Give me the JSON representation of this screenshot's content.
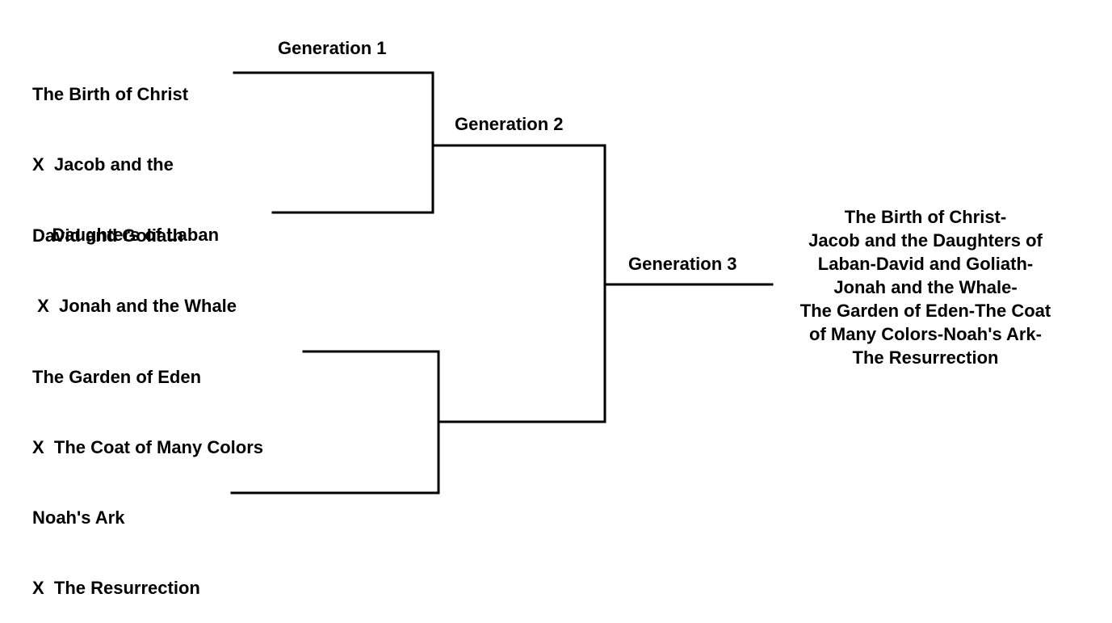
{
  "entries": [
    {
      "id": "birth-christ-vs-jacob",
      "lines": [
        "The Birth of Christ",
        "X  Jacob and the",
        "    Daughters of Laban"
      ]
    },
    {
      "id": "david-vs-jonah",
      "lines": [
        "David and Goliath",
        " X  Jonah and the Whale"
      ]
    },
    {
      "id": "eden-vs-coat",
      "lines": [
        "The Garden of Eden",
        "X  The Coat of Many Colors"
      ]
    },
    {
      "id": "noah-vs-resurrection",
      "lines": [
        "Noah's Ark",
        "X  The Resurrection"
      ]
    }
  ],
  "generations": {
    "gen1": "Generation 1",
    "gen2": "Generation 2",
    "gen3": "Generation 3"
  },
  "result": {
    "lines": [
      "The Birth of Christ-",
      "Jacob and the Daughters of",
      "Laban-David and Goliath-",
      "Jonah and the Whale-",
      "The Garden of Eden-The Coat",
      "of Many Colors-Noah's Ark-",
      "The Resurrection"
    ]
  }
}
